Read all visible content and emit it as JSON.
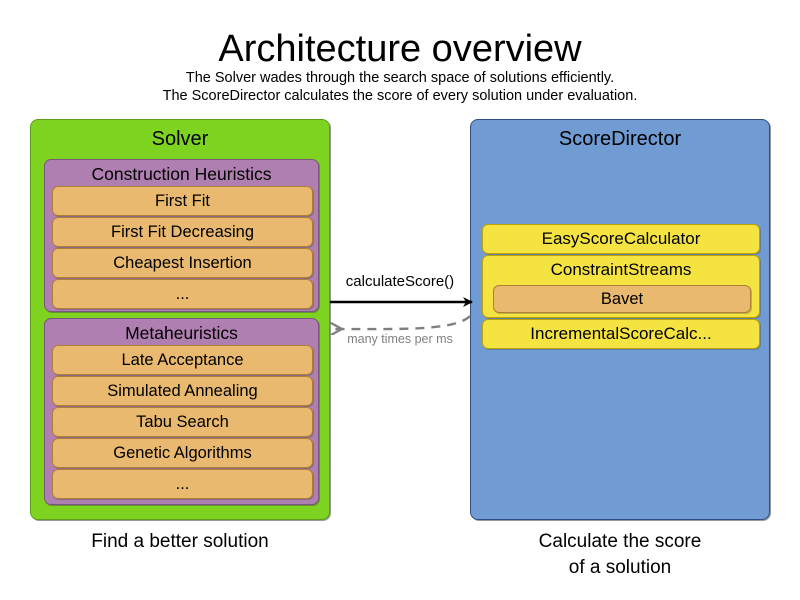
{
  "header": {
    "title": "Architecture overview",
    "subtitle_line1": "The Solver wades through the search space of solutions efficiently.",
    "subtitle_line2": "The ScoreDirector calculates the score of every solution under evaluation."
  },
  "solver_panel": {
    "title": "Solver",
    "caption": "Find a better solution",
    "color": "#7ED321",
    "groups": [
      {
        "title": "Construction Heuristics",
        "color": "#AE7FB0",
        "items": [
          {
            "label": "First Fit"
          },
          {
            "label": "First Fit Decreasing"
          },
          {
            "label": "Cheapest Insertion"
          },
          {
            "label": "..."
          }
        ]
      },
      {
        "title": "Metaheuristics",
        "color": "#AE7FB0",
        "items": [
          {
            "label": "Late Acceptance"
          },
          {
            "label": "Simulated Annealing"
          },
          {
            "label": "Tabu Search"
          },
          {
            "label": "Genetic Algorithms"
          },
          {
            "label": "..."
          }
        ]
      }
    ]
  },
  "scoredirector_panel": {
    "title": "ScoreDirector",
    "caption_line1": "Calculate the score",
    "caption_line2": "of a solution",
    "color": "#709BD3",
    "rows": [
      {
        "label": "EasyScoreCalculator",
        "color": "#F5E342"
      },
      {
        "label": "ConstraintStreams",
        "color": "#F5E342",
        "child": {
          "label": "Bavet",
          "color": "#E8B96E"
        }
      },
      {
        "label": "IncrementalScoreCalc...",
        "color": "#F5E342"
      }
    ]
  },
  "connectors": {
    "forward_label": "calculateScore()",
    "return_label": "many times per ms",
    "forward_color": "#000000",
    "return_color": "#808080"
  },
  "palette": {
    "item_orange": "#E8B96E",
    "item_yellow": "#F5E342",
    "group_purple": "#AE7FB0",
    "solver_green": "#7ED321",
    "scoredirector_blue": "#709BD3",
    "background": "#FFFFFF"
  }
}
